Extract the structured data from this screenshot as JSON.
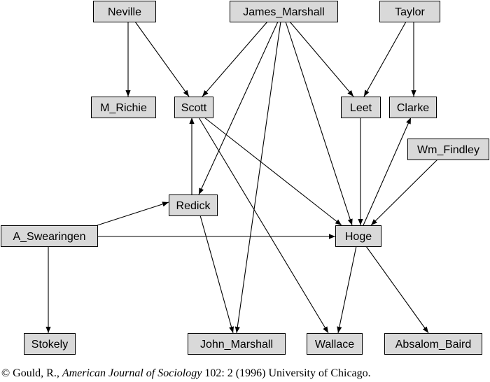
{
  "diagram": {
    "nodes": [
      {
        "id": "Neville",
        "label": "Neville"
      },
      {
        "id": "James_Marshall",
        "label": "James_Marshall"
      },
      {
        "id": "Taylor",
        "label": "Taylor"
      },
      {
        "id": "M_Richie",
        "label": "M_Richie"
      },
      {
        "id": "Scott",
        "label": "Scott"
      },
      {
        "id": "Leet",
        "label": "Leet"
      },
      {
        "id": "Clarke",
        "label": "Clarke"
      },
      {
        "id": "Wm_Findley",
        "label": "Wm_Findley"
      },
      {
        "id": "Redick",
        "label": "Redick"
      },
      {
        "id": "A_Swearingen",
        "label": "A_Swearingen"
      },
      {
        "id": "Hoge",
        "label": "Hoge"
      },
      {
        "id": "Stokely",
        "label": "Stokely"
      },
      {
        "id": "John_Marshall",
        "label": "John_Marshall"
      },
      {
        "id": "Wallace",
        "label": "Wallace"
      },
      {
        "id": "Absalom_Baird",
        "label": "Absalom_Baird"
      }
    ],
    "edges": [
      {
        "from": "Neville",
        "to": "M_Richie"
      },
      {
        "from": "Neville",
        "to": "Scott"
      },
      {
        "from": "James_Marshall",
        "to": "Scott"
      },
      {
        "from": "James_Marshall",
        "to": "Redick"
      },
      {
        "from": "James_Marshall",
        "to": "John_Marshall"
      },
      {
        "from": "James_Marshall",
        "to": "Hoge"
      },
      {
        "from": "James_Marshall",
        "to": "Leet"
      },
      {
        "from": "Taylor",
        "to": "Leet"
      },
      {
        "from": "Taylor",
        "to": "Clarke"
      },
      {
        "from": "Leet",
        "to": "Hoge"
      },
      {
        "from": "Hoge",
        "to": "Clarke"
      },
      {
        "from": "Wm_Findley",
        "to": "Hoge"
      },
      {
        "from": "Scott",
        "to": "Hoge"
      },
      {
        "from": "Scott",
        "to": "Wallace"
      },
      {
        "from": "Redick",
        "to": "Scott"
      },
      {
        "from": "Redick",
        "to": "John_Marshall"
      },
      {
        "from": "A_Swearingen",
        "to": "Redick"
      },
      {
        "from": "A_Swearingen",
        "to": "Hoge"
      },
      {
        "from": "A_Swearingen",
        "to": "Stokely"
      },
      {
        "from": "Hoge",
        "to": "Wallace"
      },
      {
        "from": "Hoge",
        "to": "Absalom_Baird"
      }
    ]
  },
  "caption": {
    "prefix": "© Gould, R., ",
    "journal": "American Journal of Sociology",
    "suffix": " 102: 2 (1996) University of Chicago."
  }
}
